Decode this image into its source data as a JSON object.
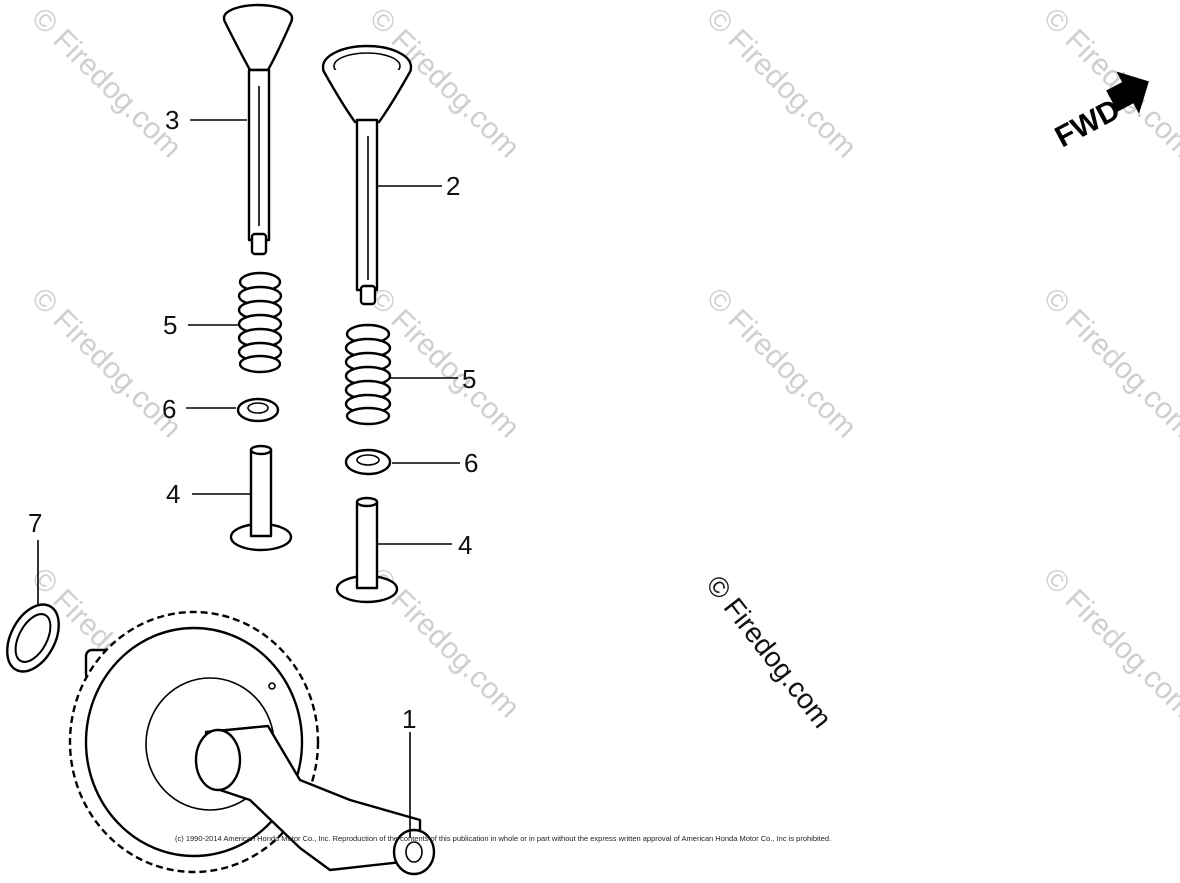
{
  "diagram": {
    "direction_label": "FWD",
    "watermark": "© Firedog.com",
    "center_watermark": "© Firedog.com",
    "copyright": "(c) 1990-2014 American Honda Motor Co., Inc. Reproduction of the contents of this publication in whole or in part without the express written approval of American Honda Motor Co., Inc is prohibited.",
    "callouts": {
      "camshaft": "1",
      "exhaust_valve": "2",
      "intake_valve": "3",
      "lifter_left": "4",
      "lifter_right": "4",
      "spring_left": "5",
      "spring_right": "5",
      "retainer_left": "6",
      "retainer_right": "6",
      "washer": "7"
    }
  }
}
